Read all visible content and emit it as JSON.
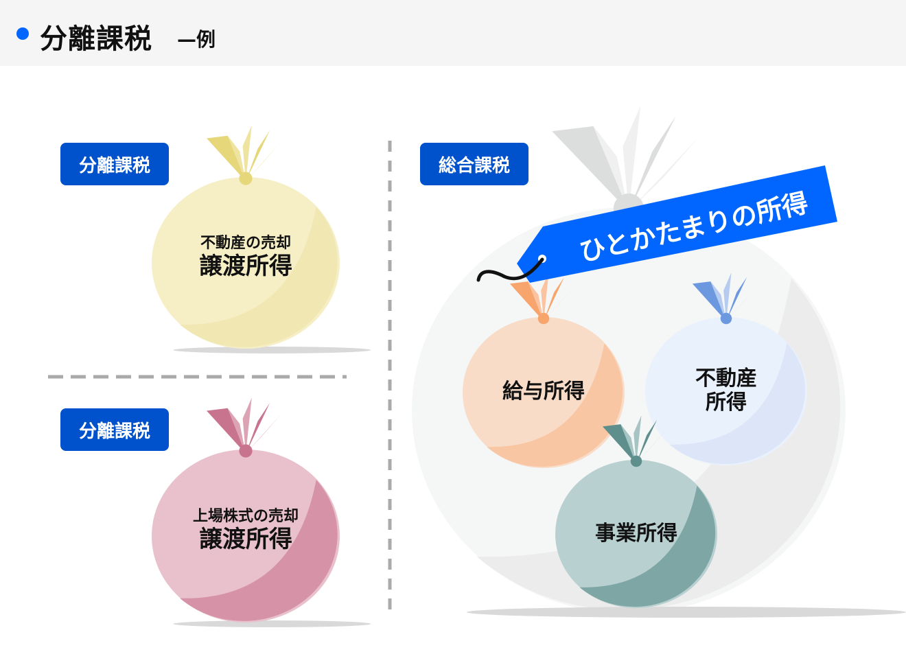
{
  "header": {
    "title": "分離課税",
    "subtitle": "—例"
  },
  "badges": {
    "separate_top": "分離課税",
    "separate_bottom": "分離課税",
    "comprehensive": "総合課税"
  },
  "bags": {
    "real_estate_sale": {
      "line1": "不動産の売却",
      "line2": "譲渡所得",
      "color": "#f6efc6"
    },
    "stock_sale": {
      "line1": "上場株式の売却",
      "line2": "譲渡所得",
      "color": "#e8c1cc"
    },
    "salary": {
      "label": "給与所得",
      "color": "#f8dcc8"
    },
    "real_estate": {
      "line1": "不動産",
      "line2": "所得",
      "color": "#e9f1fd"
    },
    "business": {
      "label": "事業所得",
      "color": "#b9d0d0"
    }
  },
  "tag": {
    "label": "ひとかたまりの所得",
    "color": "#0066ff"
  },
  "accent": "#0066ff"
}
